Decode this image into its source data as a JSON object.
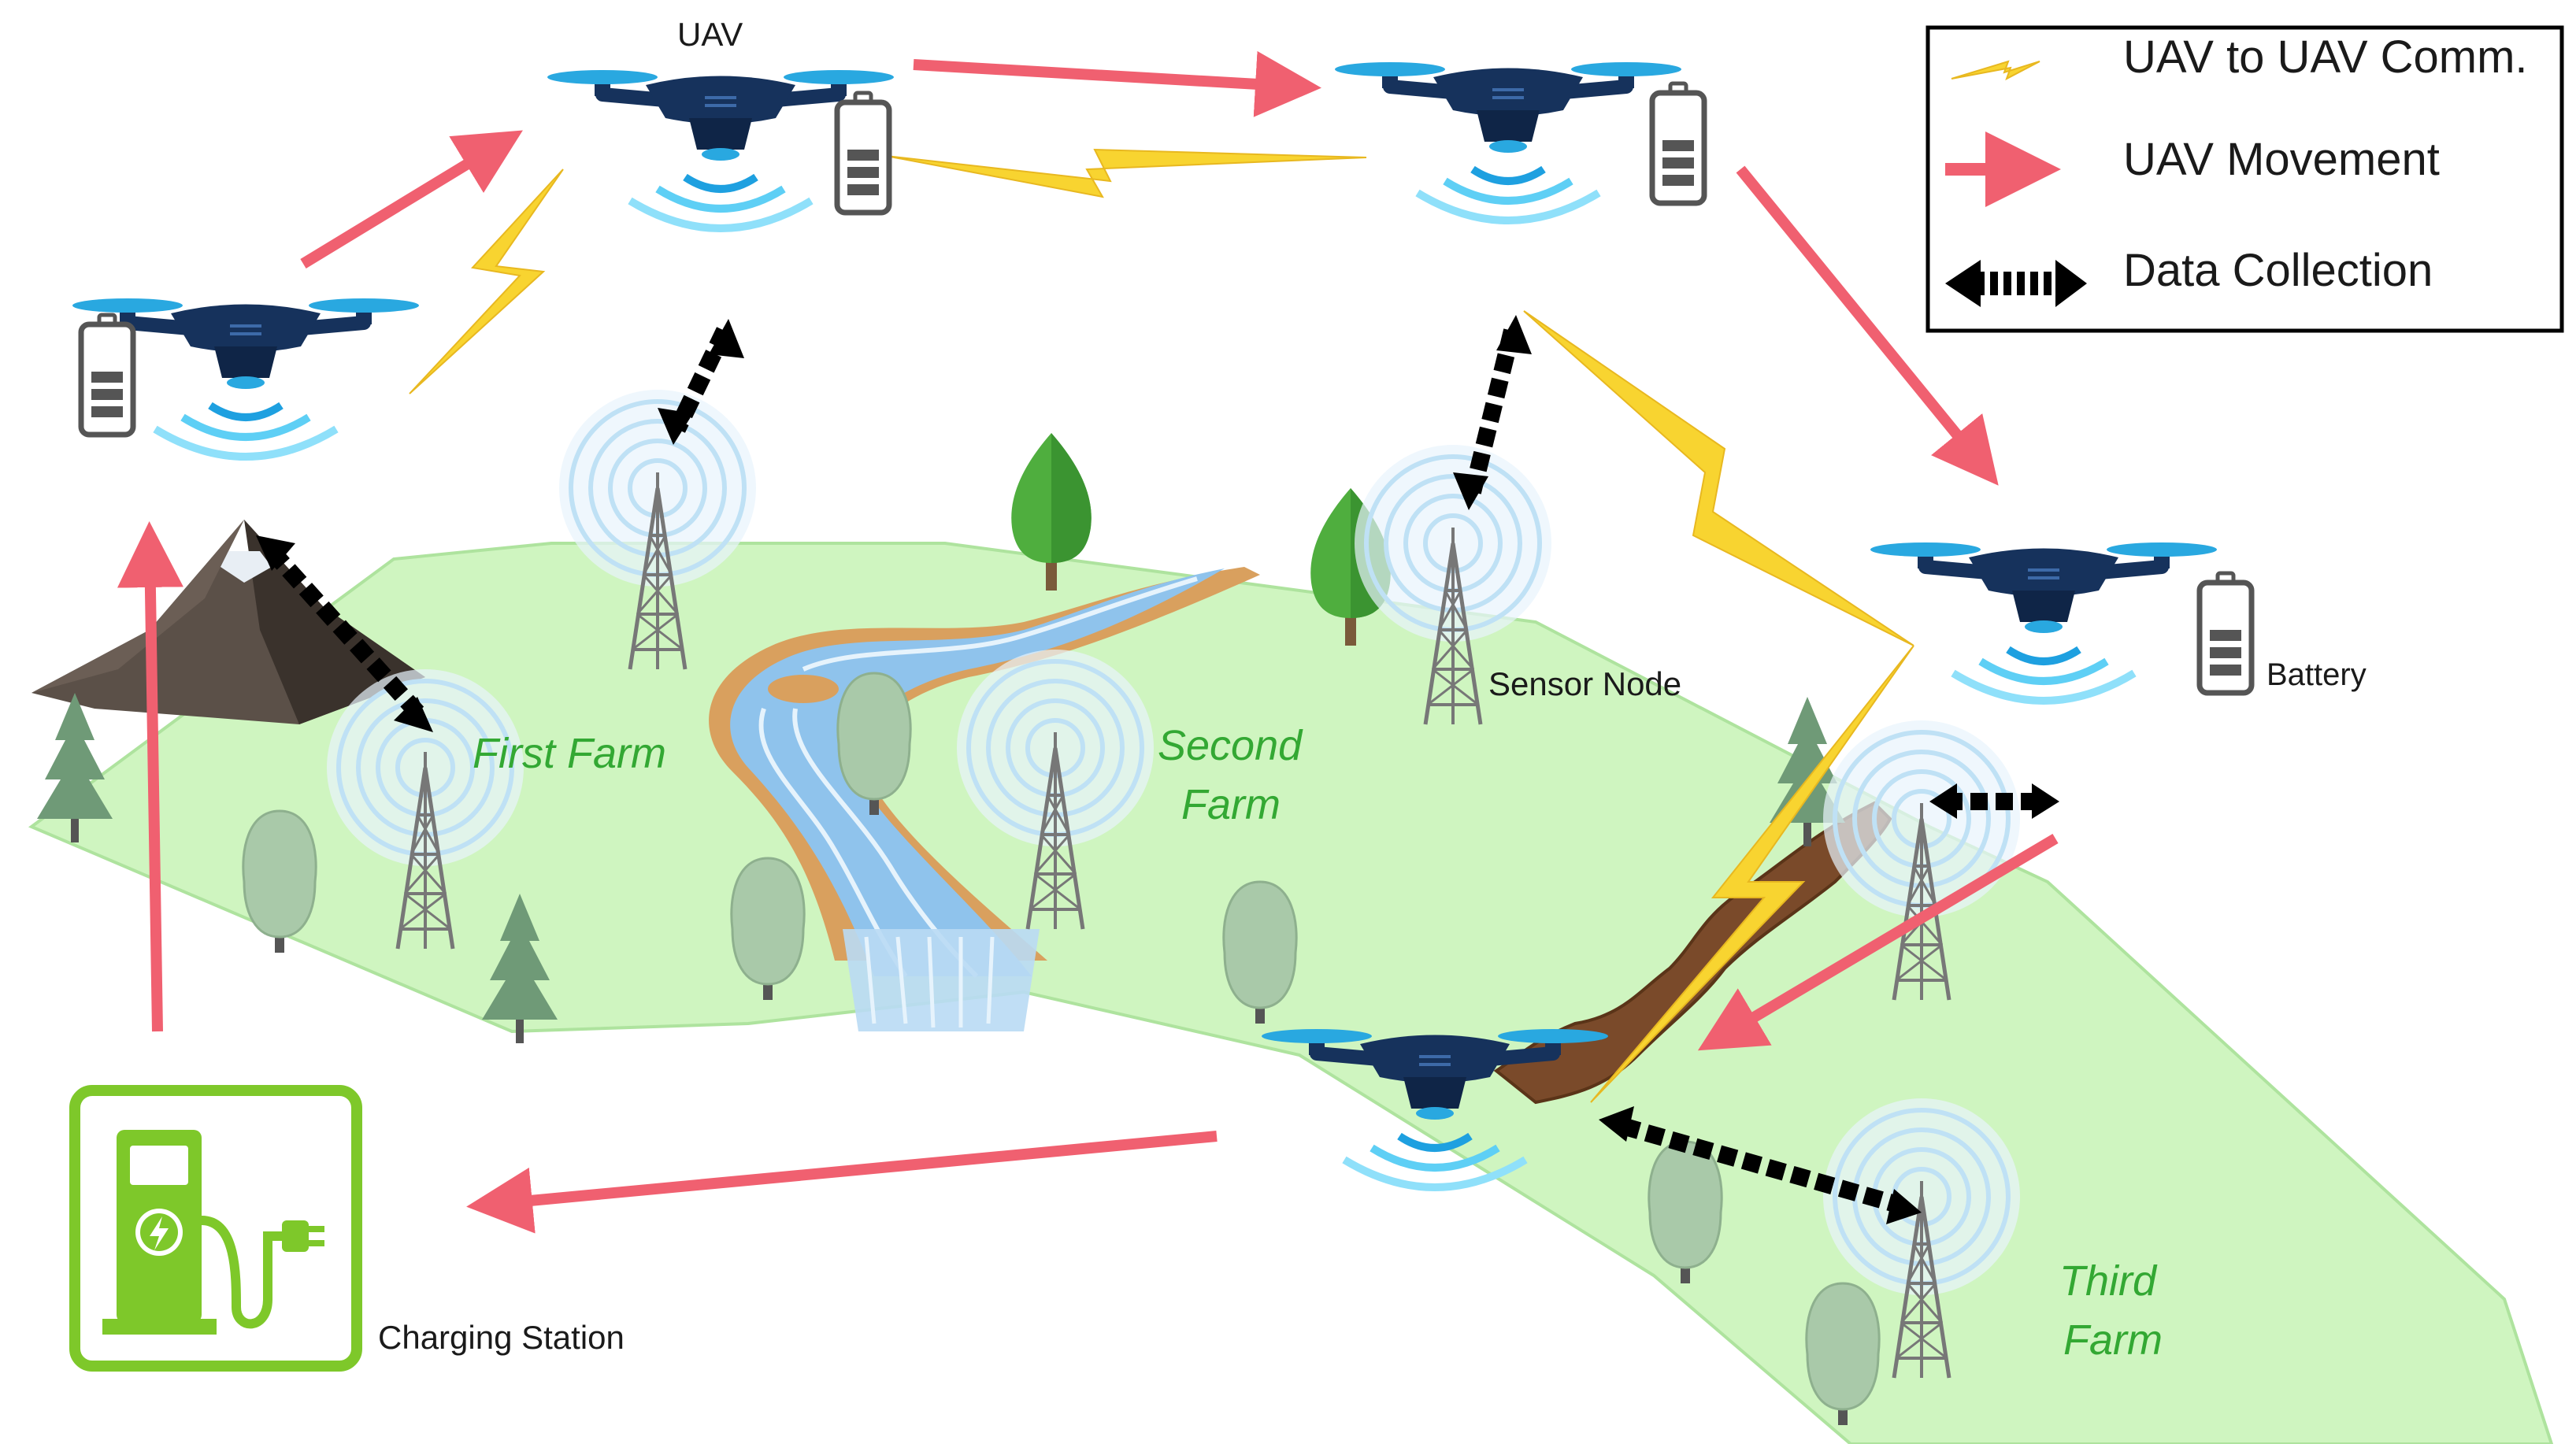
{
  "labels": {
    "uav": "UAV",
    "sensor_node": "Sensor Node",
    "battery": "Battery",
    "charging_station": "Charging Station"
  },
  "farms": {
    "first": [
      "First Farm"
    ],
    "second": [
      "Second",
      "Farm"
    ],
    "third": [
      "Third",
      "Farm"
    ]
  },
  "legend": {
    "comm": "UAV to UAV Comm.",
    "movement": "UAV Movement",
    "data": "Data Collection"
  },
  "colors": {
    "land": "#cff5c0",
    "drone": "#16325c",
    "rotor": "#29a8e0",
    "signal": "#5ecff5",
    "movement_arrow": "#f06070",
    "lightning": "#f8d430",
    "charging_green": "#7ec82a",
    "farm_label": "#33a833",
    "river": "#8fc3ec",
    "riverbank": "#d9a05e"
  }
}
